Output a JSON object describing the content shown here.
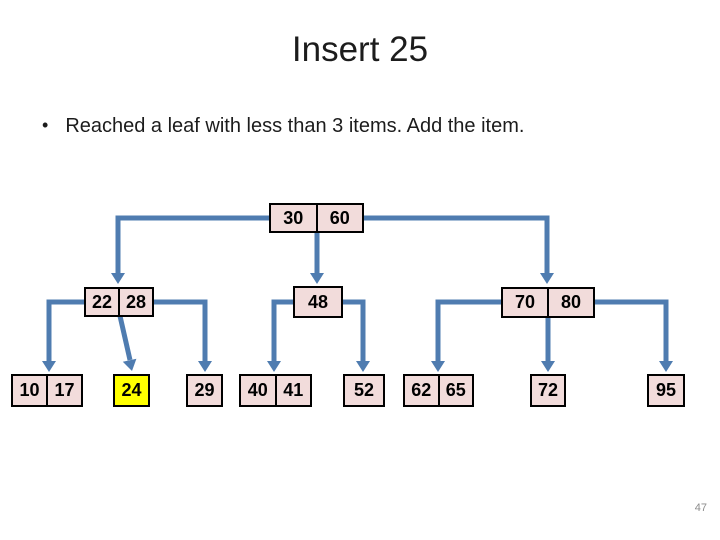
{
  "slide": {
    "title": "Insert 25",
    "bullet_marker": "•",
    "bullet": "Reached a leaf with less than 3 items. Add the item.",
    "page_number": "47"
  },
  "colors": {
    "connector_blue": "#4f7cb0",
    "node_fill": "#f2dcdb",
    "node_border": "#000000",
    "highlight_yellow": "#ffff00",
    "text": "#1c1c1c",
    "page_number_gray": "#8c8c8c"
  },
  "tree": {
    "root": {
      "keys": [
        "30",
        "60"
      ]
    },
    "internal": [
      {
        "keys": [
          "22",
          "28"
        ]
      },
      {
        "keys": [
          "48"
        ]
      },
      {
        "keys": [
          "70",
          "80"
        ]
      }
    ],
    "leaves": [
      {
        "keys": [
          "10",
          "17"
        ],
        "highlight": false
      },
      {
        "keys": [
          "24"
        ],
        "highlight": true
      },
      {
        "keys": [
          "29"
        ],
        "highlight": false
      },
      {
        "keys": [
          "40",
          "41"
        ],
        "highlight": false
      },
      {
        "keys": [
          "52"
        ],
        "highlight": false
      },
      {
        "keys": [
          "62",
          "65"
        ],
        "highlight": false
      },
      {
        "keys": [
          "72"
        ],
        "highlight": false
      },
      {
        "keys": [
          "95"
        ],
        "highlight": false
      }
    ]
  }
}
